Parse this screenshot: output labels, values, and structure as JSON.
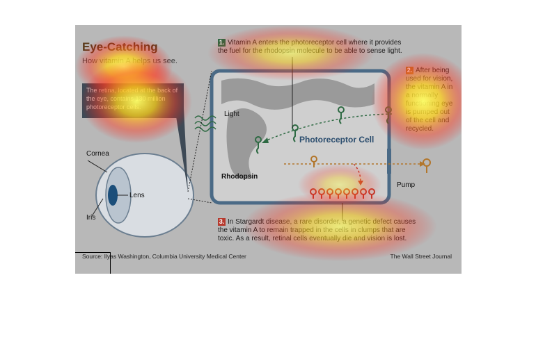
{
  "title": "Eye-Catching",
  "subtitle": "How vitamin A helps us see.",
  "retina_note": "The retina, located at the back of the eye, contains 130 million photoreceptor cells.",
  "steps": [
    {
      "num": "1.",
      "text": "Vitamin A enters the photoreceptor cell where it provides the fuel for the rhodopsin molecule to be able to sense light."
    },
    {
      "num": "2.",
      "text": "After being used for vision, the vitamin A in a normally functioning eye is pumped out of the cell and recycled."
    },
    {
      "num": "3.",
      "text": "In Stargardt disease, a rare disorder, a genetic defect causes the vitamin A to remain trapped in the cells in clumps that are toxic. As a result, retinal cells eventually die and vision is lost."
    }
  ],
  "labels": {
    "light": "Light",
    "cell": "Photoreceptor Cell",
    "rhodopsin": "Rhodopsin",
    "pump": "Pump",
    "cornea": "Cornea",
    "lens": "Lens",
    "iris": "Iris"
  },
  "source": "Source: Ilyas Washington, Columbia University Medical Center",
  "credit": "The Wall Street Journal",
  "colors": {
    "panel": "#b8b8b8",
    "title": "#5a3a1a",
    "cell_outline": "#4a6a86",
    "green_molecule": "#2e6a43",
    "orange_molecule": "#b2762b",
    "red_molecule": "#c0392b"
  }
}
